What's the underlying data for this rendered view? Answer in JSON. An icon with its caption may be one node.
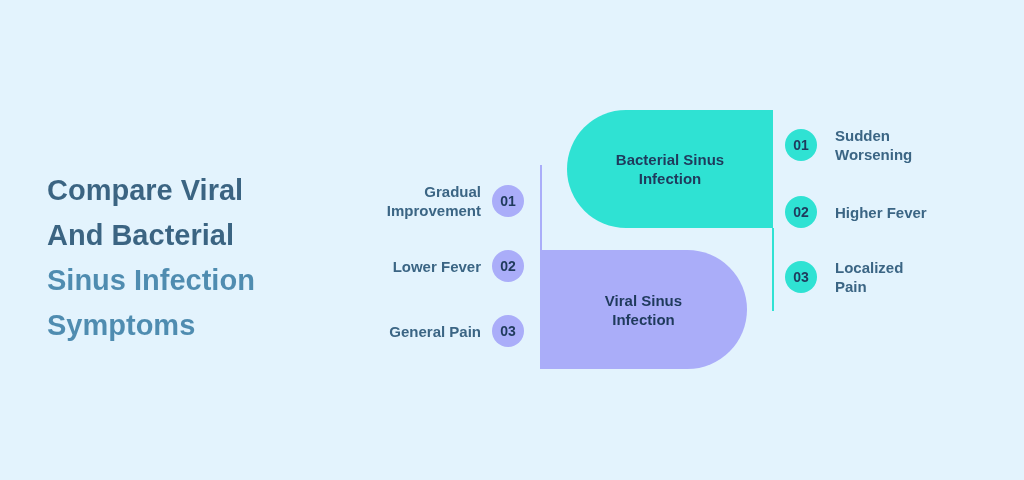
{
  "diagram": {
    "title": "Compare Viral And Bacterial Sinus Infection Symptoms",
    "nodes": [
      {
        "text": [
          "Bacterial Sinus Infection"
        ]
      },
      {
        "text": [
          "01"
        ],
        "beside": [
          "Sudden Worsening"
        ]
      },
      {
        "text": [
          "02"
        ],
        "beside": [
          "Higher Fever"
        ]
      },
      {
        "text": [
          "03"
        ],
        "beside": [
          "Localized Pain"
        ]
      },
      {
        "text": [
          "Viral Sinus Infection"
        ]
      },
      {
        "text": [
          "01"
        ],
        "beside": [
          "Gradual Improvement"
        ]
      },
      {
        "text": [
          "02"
        ],
        "beside": [
          "Lower Fever"
        ]
      },
      {
        "text": [
          "03"
        ],
        "beside": [
          "General Pain"
        ]
      }
    ]
  }
}
